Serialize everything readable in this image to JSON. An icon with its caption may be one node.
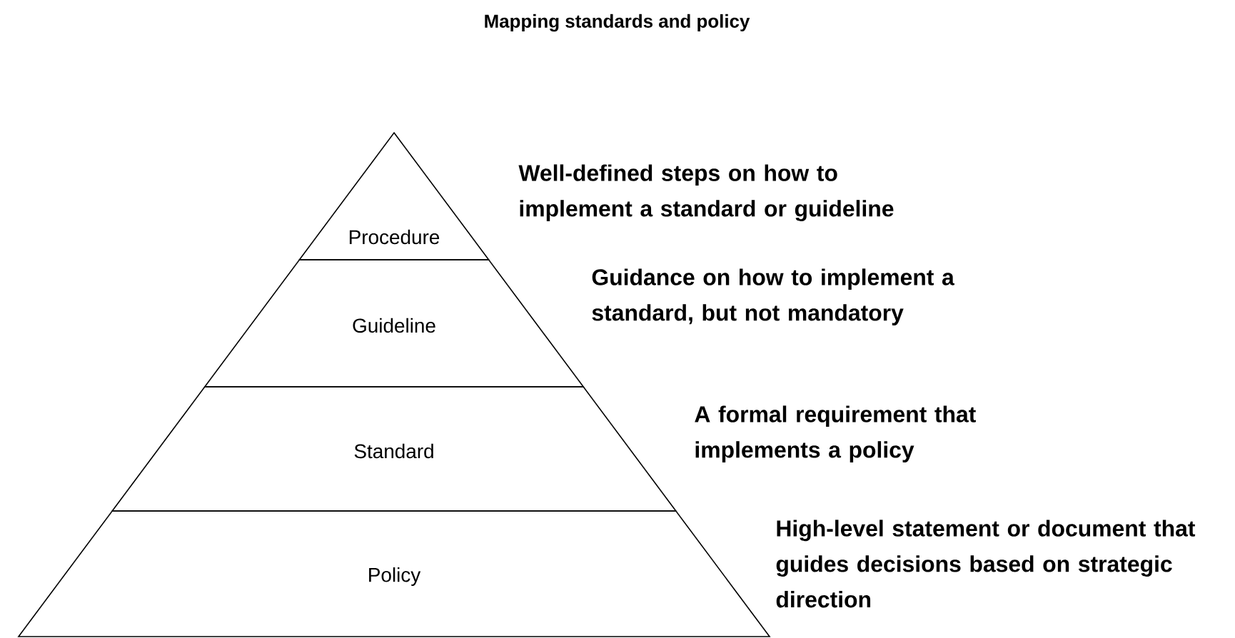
{
  "diagram": {
    "title": "Mapping standards and policy",
    "nodes": [
      {
        "text": [
          "Procedure"
        ],
        "beside": [
          "Well-defined steps on how to implement a standard or guideline"
        ]
      },
      {
        "text": [
          "Guideline"
        ],
        "beside": [
          "Guidance on how to implement a standard, but not mandatory"
        ]
      },
      {
        "text": [
          "Standard"
        ],
        "beside": [
          "A formal requirement that implements a policy"
        ]
      },
      {
        "text": [
          "Policy"
        ],
        "beside": [
          "High-level statement or document that guides decisions based on strategic direction"
        ]
      }
    ]
  }
}
